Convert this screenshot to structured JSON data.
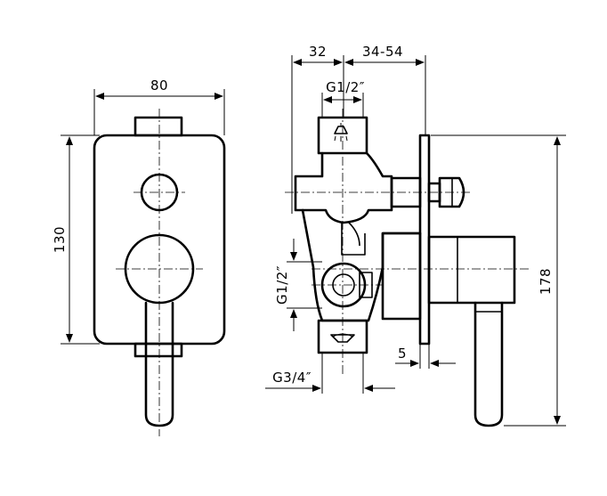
{
  "front_view": {
    "width_label": "80",
    "height_label": "130"
  },
  "side_view": {
    "depth_a_label": "32",
    "depth_b_label": "34-54",
    "thread_top_label": "G1/2″",
    "thread_mid_label": "G1/2″",
    "thread_bottom_label": "G3/4″",
    "plate_offset_label": "5",
    "total_height_label": "178"
  },
  "icons": [
    "shower-head-icon",
    "bath-spout-icon"
  ]
}
